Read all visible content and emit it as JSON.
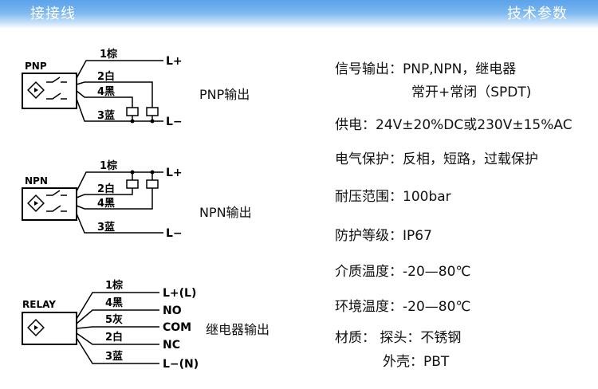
{
  "header": {
    "left_title": "接接线",
    "right_title": "技术参数"
  },
  "diagrams": {
    "pnp": {
      "box_label": "PNP",
      "wires": [
        "1棕",
        "2白",
        "4黑",
        "3蓝"
      ],
      "terminals": [
        "L+",
        "L−"
      ],
      "output_label": "PNP输出"
    },
    "npn": {
      "box_label": "NPN",
      "wires": [
        "1棕",
        "2白",
        "4黑",
        "3蓝"
      ],
      "terminals": [
        "L+",
        "L−"
      ],
      "output_label": "NPN输出"
    },
    "relay": {
      "box_label": "RELAY",
      "wires": [
        "1棕",
        "4黑",
        "5灰",
        "2白",
        "3蓝"
      ],
      "terminals": [
        "L+(L)",
        "NO",
        "COM",
        "NC",
        "L−(N)"
      ],
      "output_label": "继电器输出"
    }
  },
  "specs": {
    "signal_output": "信号输出：PNP,NPN，继电器",
    "signal_output_line2": "常开+常闭（SPDT)",
    "power": "供电：24V±20%DC或230V±15%AC",
    "protection": "电气保护：反相，短路，过载保护",
    "pressure": "耐压范围：100bar",
    "ip_rating": "防护等级：IP67",
    "medium_temp": "介质温度：-20—80℃",
    "ambient_temp": "环境温度：-20—80℃",
    "material": "材质： 探头：不锈钢",
    "material_line2": "外壳：PBT"
  }
}
